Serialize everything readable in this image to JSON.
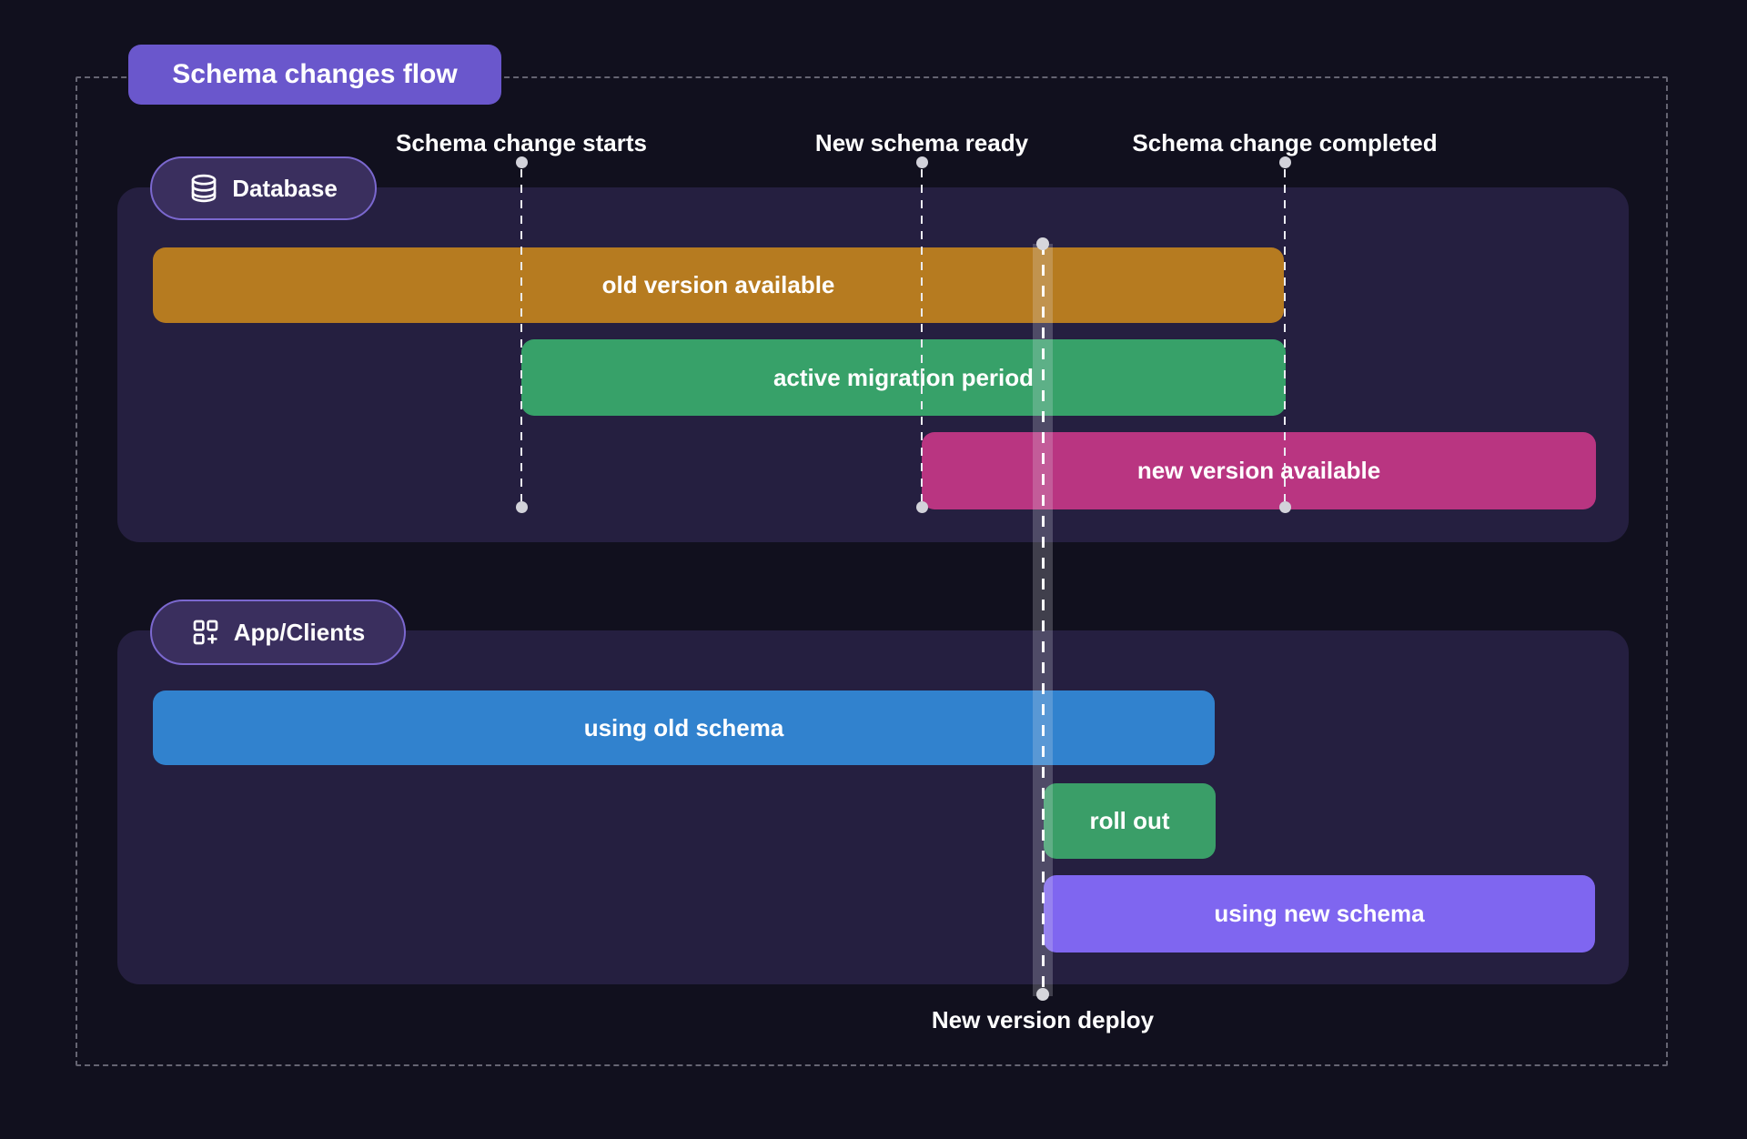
{
  "title": "Schema changes flow",
  "colors": {
    "page_bg": "#11101e",
    "accent": "#6a57cc",
    "panel": "#251f40",
    "badge_fill": "#3a2f5e",
    "badge_border": "#7b68cf",
    "bar_old_version": "#b67b20",
    "bar_migration": "#37a169",
    "bar_new_version": "#b93581",
    "bar_old_schema": "#3182ce",
    "bar_roll_out": "#3a9e68",
    "bar_new_schema": "#7f66f0",
    "guide": "#d2d2da"
  },
  "milestones": [
    {
      "label": "Schema change starts"
    },
    {
      "label": "New schema ready"
    },
    {
      "label": "Schema change completed"
    }
  ],
  "deploy_marker": {
    "label": "New version deploy"
  },
  "sections": [
    {
      "badge": "Database",
      "icon": "database-icon",
      "bars": [
        {
          "label": "old version available"
        },
        {
          "label": "active migration period"
        },
        {
          "label": "new version available"
        }
      ]
    },
    {
      "badge": "App/Clients",
      "icon": "apps-add-icon",
      "bars": [
        {
          "label": "using old schema"
        },
        {
          "label": "roll out"
        },
        {
          "label": "using new schema"
        }
      ]
    }
  ]
}
